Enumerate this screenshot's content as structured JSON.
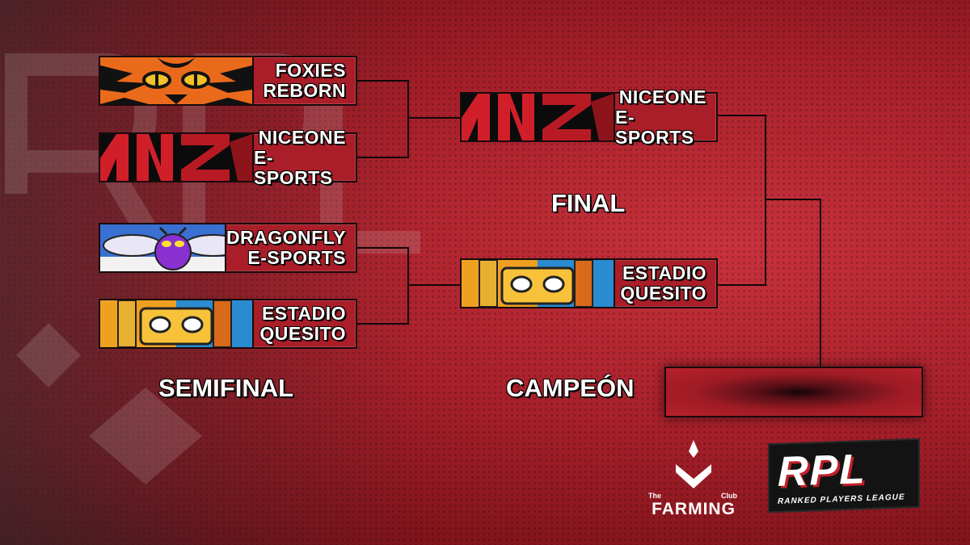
{
  "semifinal_label": "SEMIFINAL",
  "final_label": "FINAL",
  "champion_label": "CAMPEÓN",
  "semifinal_teams": [
    {
      "line1": "FOXIES",
      "line2": "REBORN",
      "logo": "fox-logo-icon"
    },
    {
      "line1": "NICEONE",
      "line2": "E-SPORTS",
      "logo": "niceone-logo-icon"
    },
    {
      "line1": "DRAGONFLY",
      "line2": "E-SPORTS",
      "logo": "dragonfly-logo-icon"
    },
    {
      "line1": "ESTADIO",
      "line2": "QUESITO",
      "logo": "quesito-logo-icon"
    }
  ],
  "final_teams": [
    {
      "line1": "NICEONE",
      "line2": "E-SPORTS",
      "logo": "niceone-logo-icon"
    },
    {
      "line1": "ESTADIO",
      "line2": "QUESITO",
      "logo": "quesito-logo-icon"
    }
  ],
  "sponsors": {
    "farming": {
      "the": "The",
      "club": "Club",
      "name": "FARMING"
    },
    "rpl": {
      "letters": "RPL",
      "tagline": "RANKED PLAYERS LEAGUE"
    }
  },
  "colors": {
    "accent": "#c41e2a",
    "border": "#1a0a0c"
  }
}
